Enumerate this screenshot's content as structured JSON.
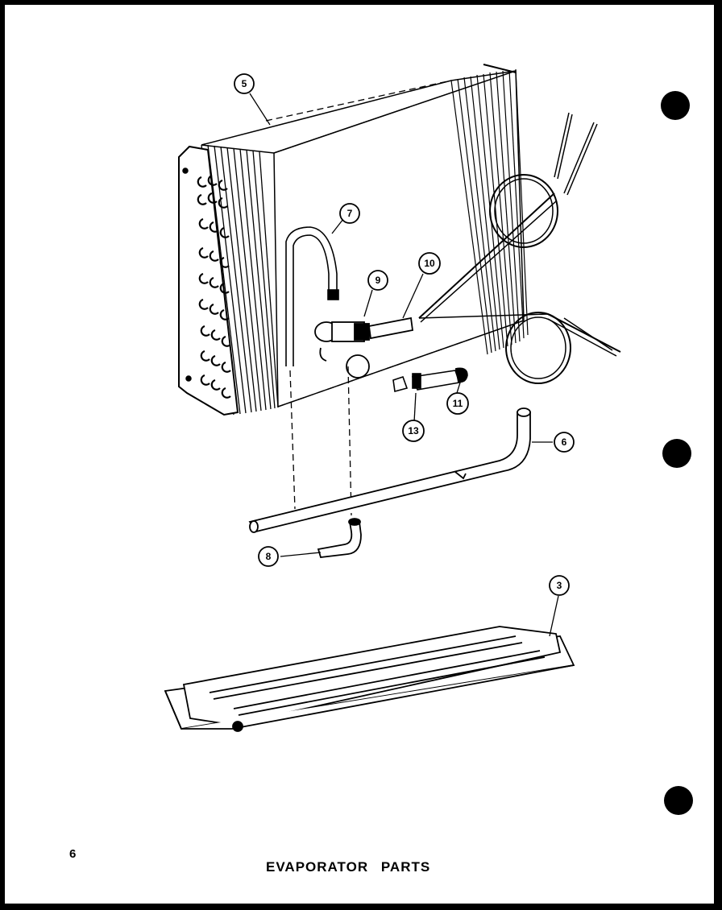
{
  "page": {
    "number": "6",
    "title": "EVAPORATOR PARTS"
  },
  "callouts": [
    {
      "id": "callout-5",
      "label": "5"
    },
    {
      "id": "callout-7",
      "label": "7"
    },
    {
      "id": "callout-9",
      "label": "9"
    },
    {
      "id": "callout-10",
      "label": "10"
    },
    {
      "id": "callout-11",
      "label": "11"
    },
    {
      "id": "callout-13",
      "label": "13"
    },
    {
      "id": "callout-6",
      "label": "6"
    },
    {
      "id": "callout-8",
      "label": "8"
    },
    {
      "id": "callout-3",
      "label": "3"
    }
  ],
  "colors": {
    "ink": "#000000",
    "paper": "#ffffff",
    "border": "#000000"
  }
}
